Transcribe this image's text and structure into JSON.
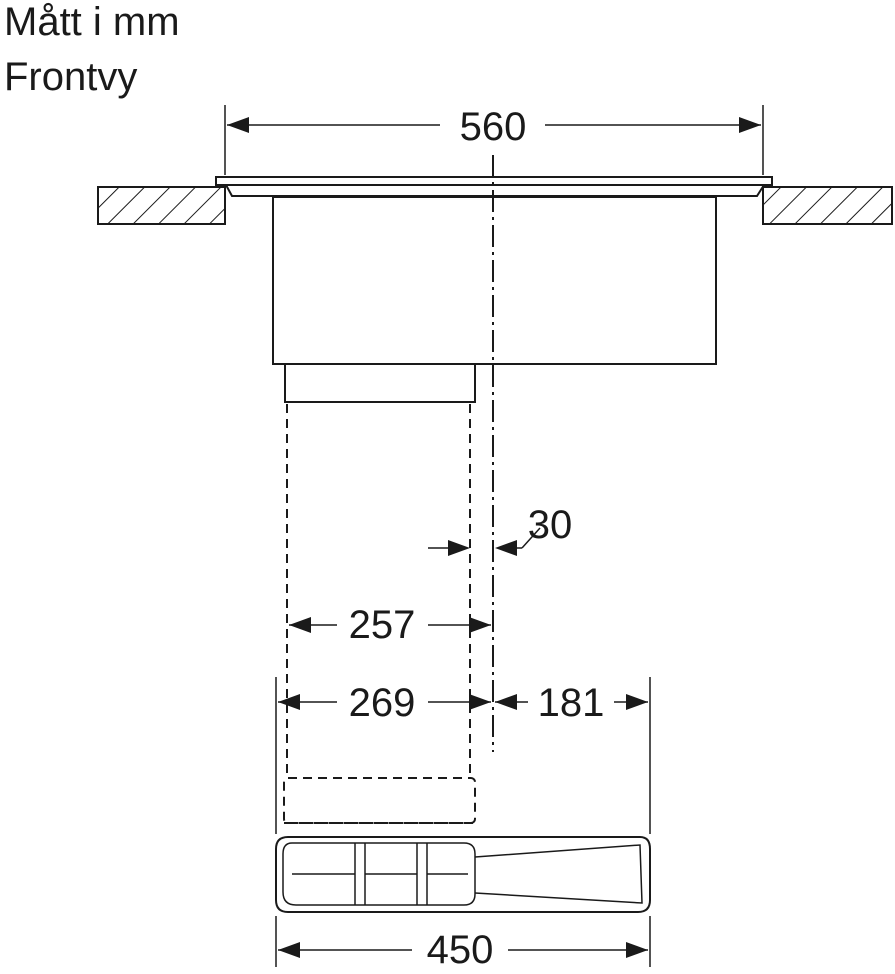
{
  "header": {
    "units_label": "Mått i mm",
    "view_label": "Frontvy"
  },
  "dimensions": {
    "overall_width": "560",
    "offset": "30",
    "duct_inner": "257",
    "duct_outer": "269",
    "right_side": "181",
    "base_width": "450"
  }
}
